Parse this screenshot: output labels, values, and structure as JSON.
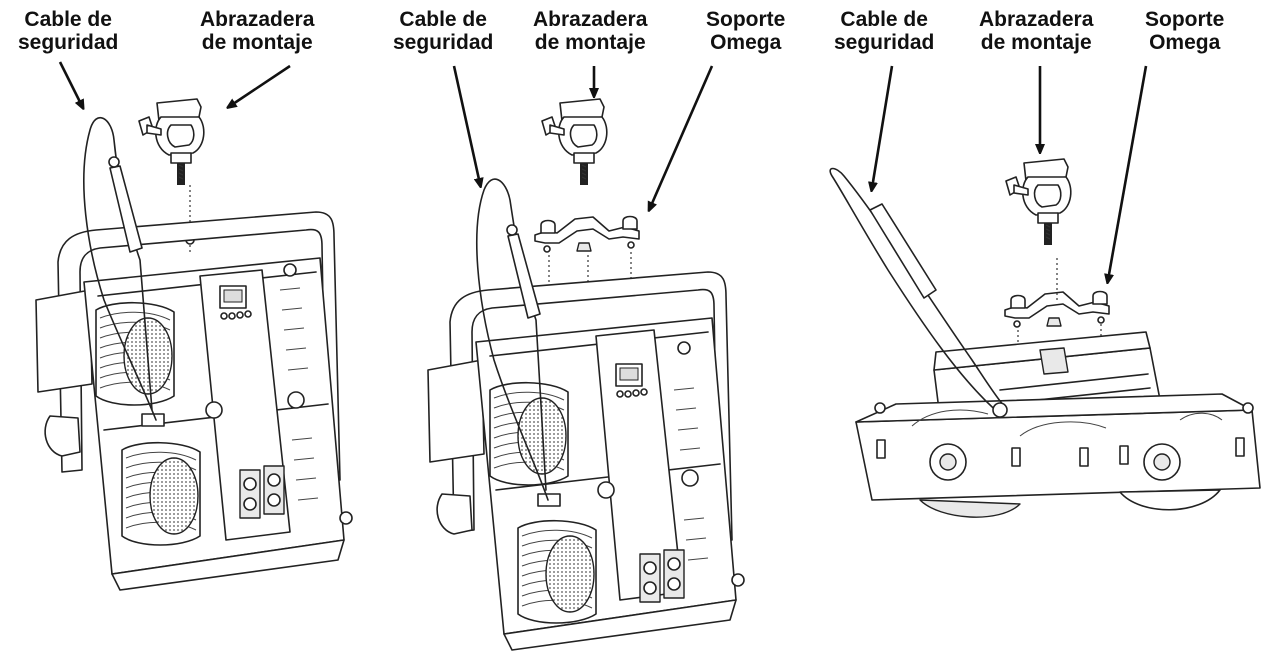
{
  "panels": [
    {
      "labels": {
        "safety_cable": [
          "Cable de",
          "seguridad"
        ],
        "mounting_clamp": [
          "Abrazadera",
          "de montaje"
        ]
      }
    },
    {
      "labels": {
        "safety_cable": [
          "Cable de",
          "seguridad"
        ],
        "mounting_clamp": [
          "Abrazadera",
          "de montaje"
        ],
        "omega_bracket": [
          "Soporte",
          "Omega"
        ]
      }
    },
    {
      "labels": {
        "safety_cable": [
          "Cable de",
          "seguridad"
        ],
        "mounting_clamp": [
          "Abrazadera",
          "de montaje"
        ],
        "omega_bracket": [
          "Soporte",
          "Omega"
        ]
      }
    }
  ]
}
